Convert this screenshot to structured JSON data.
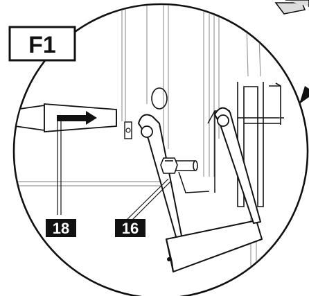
{
  "figure": {
    "label": "F1",
    "callouts": [
      {
        "id": "part-18",
        "text": "18"
      },
      {
        "id": "part-16",
        "text": "16"
      }
    ]
  },
  "colors": {
    "ink": "#111111",
    "paper": "#ffffff",
    "gray_line": "#9a9a9a",
    "tag_bg": "#111111",
    "tag_text": "#ffffff"
  }
}
